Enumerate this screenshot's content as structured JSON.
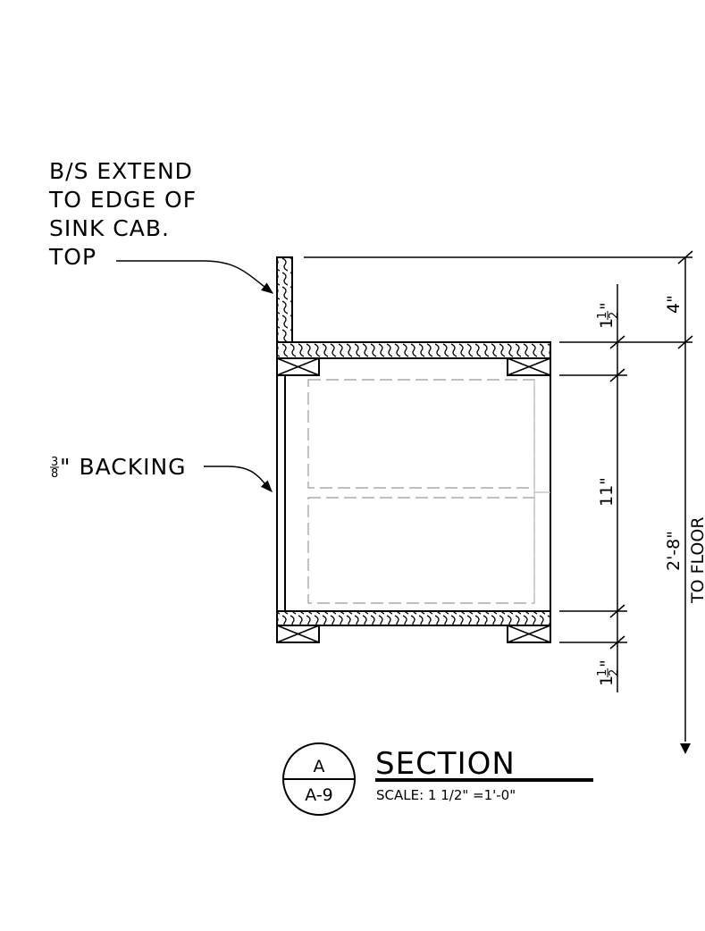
{
  "notes": {
    "backsplash": [
      "B/S EXTEND",
      "TO EDGE OF",
      "SINK CAB.",
      "TOP"
    ],
    "backing_num": "3",
    "backing_den": "8",
    "backing_label": "\" BACKING"
  },
  "dimensions": {
    "top_thickness_whole": "1",
    "top_thickness_num": "1",
    "top_thickness_den": "2",
    "top_thickness_unit": "\"",
    "backsplash_height": "4\"",
    "opening_height": "11\"",
    "bottom_thickness_whole": "1",
    "bottom_thickness_num": "1",
    "bottom_thickness_den": "2",
    "bottom_thickness_unit": "\"",
    "overall_height": "2'-8\"",
    "overall_note": "TO FLOOR"
  },
  "title_block": {
    "section_letter": "A",
    "sheet_ref": "A-9",
    "title": "SECTION",
    "scale": "SCALE: 1 1/2\" =1'-0\""
  }
}
